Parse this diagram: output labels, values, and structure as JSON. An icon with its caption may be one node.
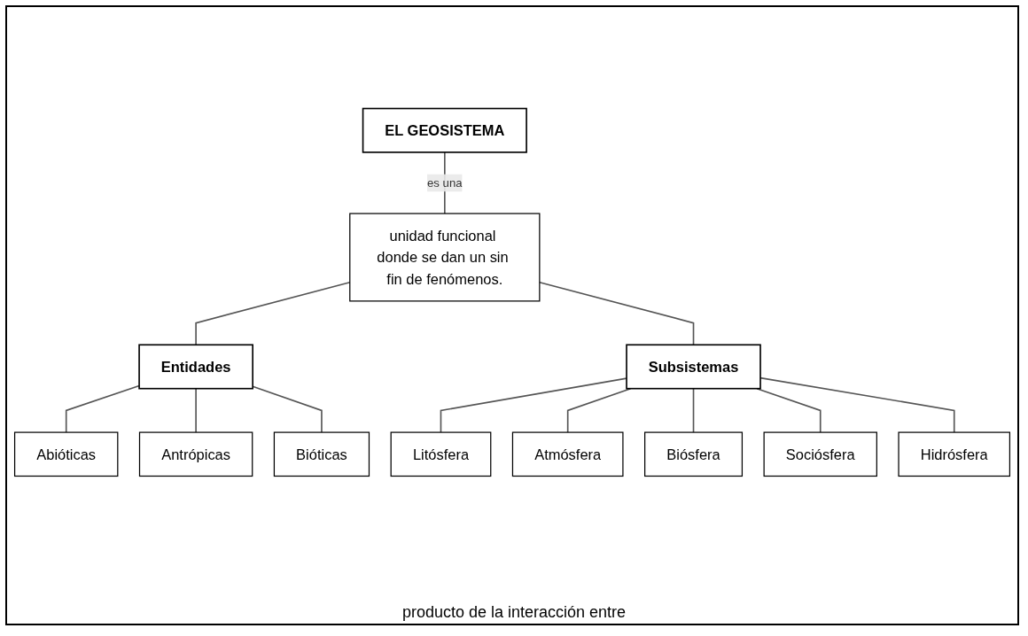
{
  "diagram": {
    "nodes": [
      {
        "text": [
          "EL GEOSISTEMA"
        ]
      },
      {
        "text": [
          "unidad funcional donde se dan un sin fin de fenómenos."
        ]
      },
      {
        "text": [
          "Entidades"
        ]
      },
      {
        "text": [
          "Subsistemas"
        ]
      },
      {
        "text": [
          "Abióticas"
        ]
      },
      {
        "text": [
          "Antrópicas"
        ]
      },
      {
        "text": [
          "Bióticas"
        ]
      },
      {
        "text": [
          "Litósfera"
        ]
      },
      {
        "text": [
          "Atmósfera"
        ]
      },
      {
        "text": [
          "Biósfera"
        ]
      },
      {
        "text": [
          "Sociósfera"
        ]
      },
      {
        "text": [
          "Hidrósfera"
        ]
      }
    ],
    "edges": [
      {
        "from": 0,
        "to": 1,
        "arrow": "none",
        "label": "es una"
      },
      {
        "from": 1,
        "to": 2,
        "arrow": "none"
      },
      {
        "from": 1,
        "to": 3,
        "arrow": "none"
      },
      {
        "from": 2,
        "to": 4,
        "arrow": "none"
      },
      {
        "from": 2,
        "to": 5,
        "arrow": "none"
      },
      {
        "from": 2,
        "to": 6,
        "arrow": "none"
      },
      {
        "from": 3,
        "to": 7,
        "arrow": "none"
      },
      {
        "from": 3,
        "to": 8,
        "arrow": "none"
      },
      {
        "from": 3,
        "to": 9,
        "arrow": "none"
      },
      {
        "from": 3,
        "to": 10,
        "arrow": "none"
      },
      {
        "from": 3,
        "to": 11,
        "arrow": "none"
      }
    ],
    "labels": [
      "producto de la interacción entre"
    ]
  }
}
